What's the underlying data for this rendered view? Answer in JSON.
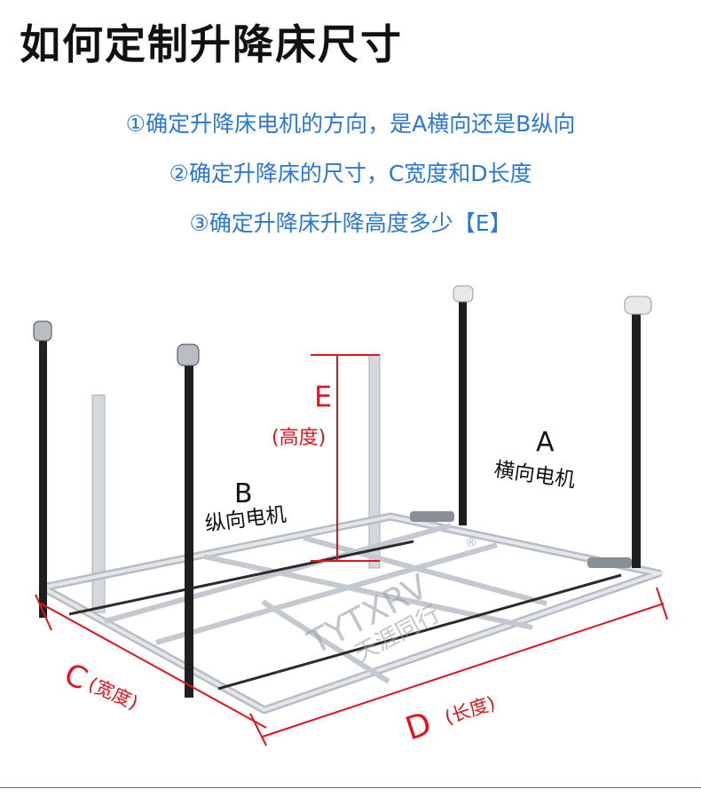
{
  "title": "如何定制升降床尺寸",
  "steps": [
    "①确定升降床电机的方向，是A横向还是B纵向",
    "②确定升降床的尺寸，C宽度和D长度",
    "③确定升降床升降高度多少【E】"
  ],
  "labels": {
    "e_letter": "E",
    "e_text": "(高度)",
    "a_letter": "A",
    "a_text": "横向电机",
    "b_letter": "B",
    "b_text": "纵向电机",
    "c_letter": "C",
    "c_text": "(宽度)",
    "d_letter": "D",
    "d_text": "(长度)"
  },
  "watermark": {
    "brand": "TYTXRV",
    "text": "天涯同行",
    "mark": "®"
  },
  "colors": {
    "title": "#111111",
    "steps": "#2a78d4",
    "dimension": "#e0141e",
    "frame": "#c9ced4",
    "post": "#1f1f1f"
  }
}
